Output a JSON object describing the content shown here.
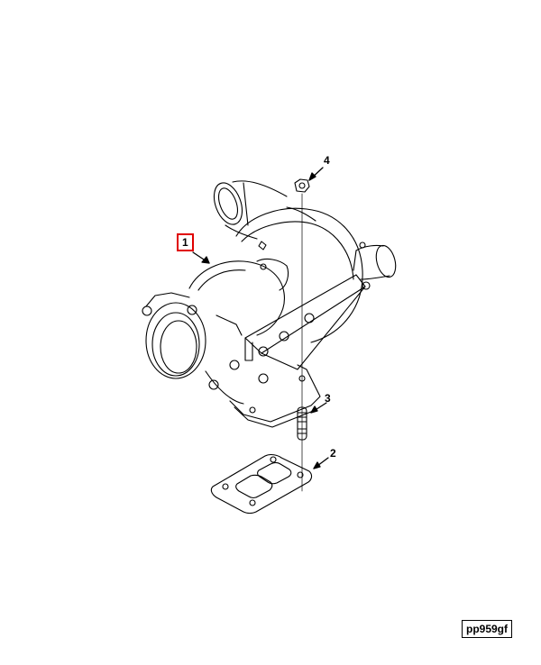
{
  "diagram": {
    "type": "exploded parts illustration",
    "subject": "turbocharger assembly",
    "reference_id": "pp959gf",
    "callouts": [
      {
        "number": "1",
        "part": "turbocharger",
        "highlighted": true,
        "highlight_color": "#e00000"
      },
      {
        "number": "2",
        "part": "gasket",
        "highlighted": false
      },
      {
        "number": "3",
        "part": "stud",
        "highlighted": false
      },
      {
        "number": "4",
        "part": "nut",
        "highlighted": false
      }
    ]
  }
}
